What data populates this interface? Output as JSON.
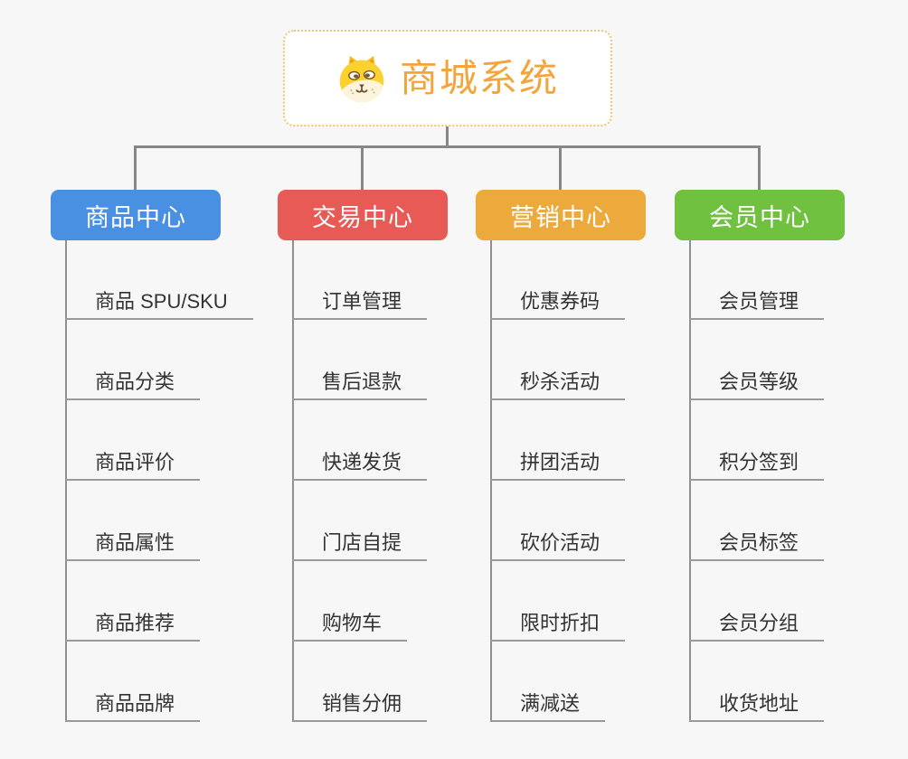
{
  "page": {
    "background_color": "#f7f7f7",
    "connector_color": "#878787",
    "underline_color": "#9a9a9a"
  },
  "root": {
    "title": "商城系统",
    "icon": "shiba-dog-icon",
    "text_color": "#f2a53c",
    "border_color": "#f3c171",
    "background_color": "#ffffff"
  },
  "branches": [
    {
      "label": "商品中心",
      "color": "#4a90e2",
      "items": [
        "商品 SPU/SKU",
        "商品分类",
        "商品评价",
        "商品属性",
        "商品推荐",
        "商品品牌"
      ]
    },
    {
      "label": "交易中心",
      "color": "#e85a55",
      "items": [
        "订单管理",
        "售后退款",
        "快递发货",
        "门店自提",
        "购物车",
        "销售分佣"
      ]
    },
    {
      "label": "营销中心",
      "color": "#ecaa3d",
      "items": [
        "优惠券码",
        "秒杀活动",
        "拼团活动",
        "砍价活动",
        "限时折扣",
        "满减送"
      ]
    },
    {
      "label": "会员中心",
      "color": "#6fc13f",
      "items": [
        "会员管理",
        "会员等级",
        "积分签到",
        "会员标签",
        "会员分组",
        "收货地址"
      ]
    }
  ]
}
